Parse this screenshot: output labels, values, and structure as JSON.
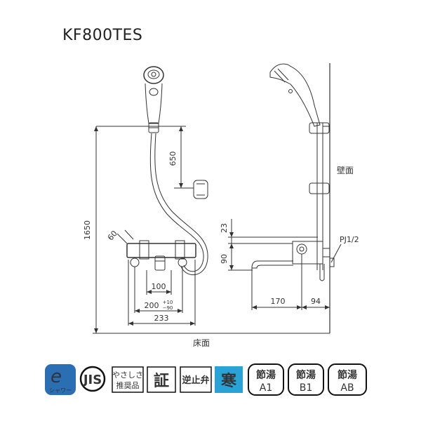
{
  "model": "KF800TES",
  "dimensions": {
    "d1650": "1650",
    "d650": "650",
    "d60": "60",
    "d100": "100",
    "d200": "200",
    "d200_tol_plus": "+10",
    "d200_tol_minus": "−90",
    "d233": "233",
    "d23": "23",
    "d90": "90",
    "d170": "170",
    "d94": "94"
  },
  "labels": {
    "wall": "壁面",
    "floor": "床面",
    "pipe_thread": "PJ1/2"
  },
  "badges": {
    "eco_letter": "e",
    "eco_sub": "シャワー",
    "jis": "JIS",
    "gentle_line1": "やさしさ",
    "gentle_line2": "推奨品",
    "certified": "証",
    "check_valve": "逆止弁",
    "cold": "寒",
    "saving_a1_top": "節湯",
    "saving_a1_bottom": "A1",
    "saving_b1_top": "節湯",
    "saving_b1_bottom": "B1",
    "saving_ab_top": "節湯",
    "saving_ab_bottom": "AB"
  },
  "colors": {
    "line": "#333333",
    "cold_badge": "#29a3d6",
    "eco_badge": "#2a6fb3"
  }
}
